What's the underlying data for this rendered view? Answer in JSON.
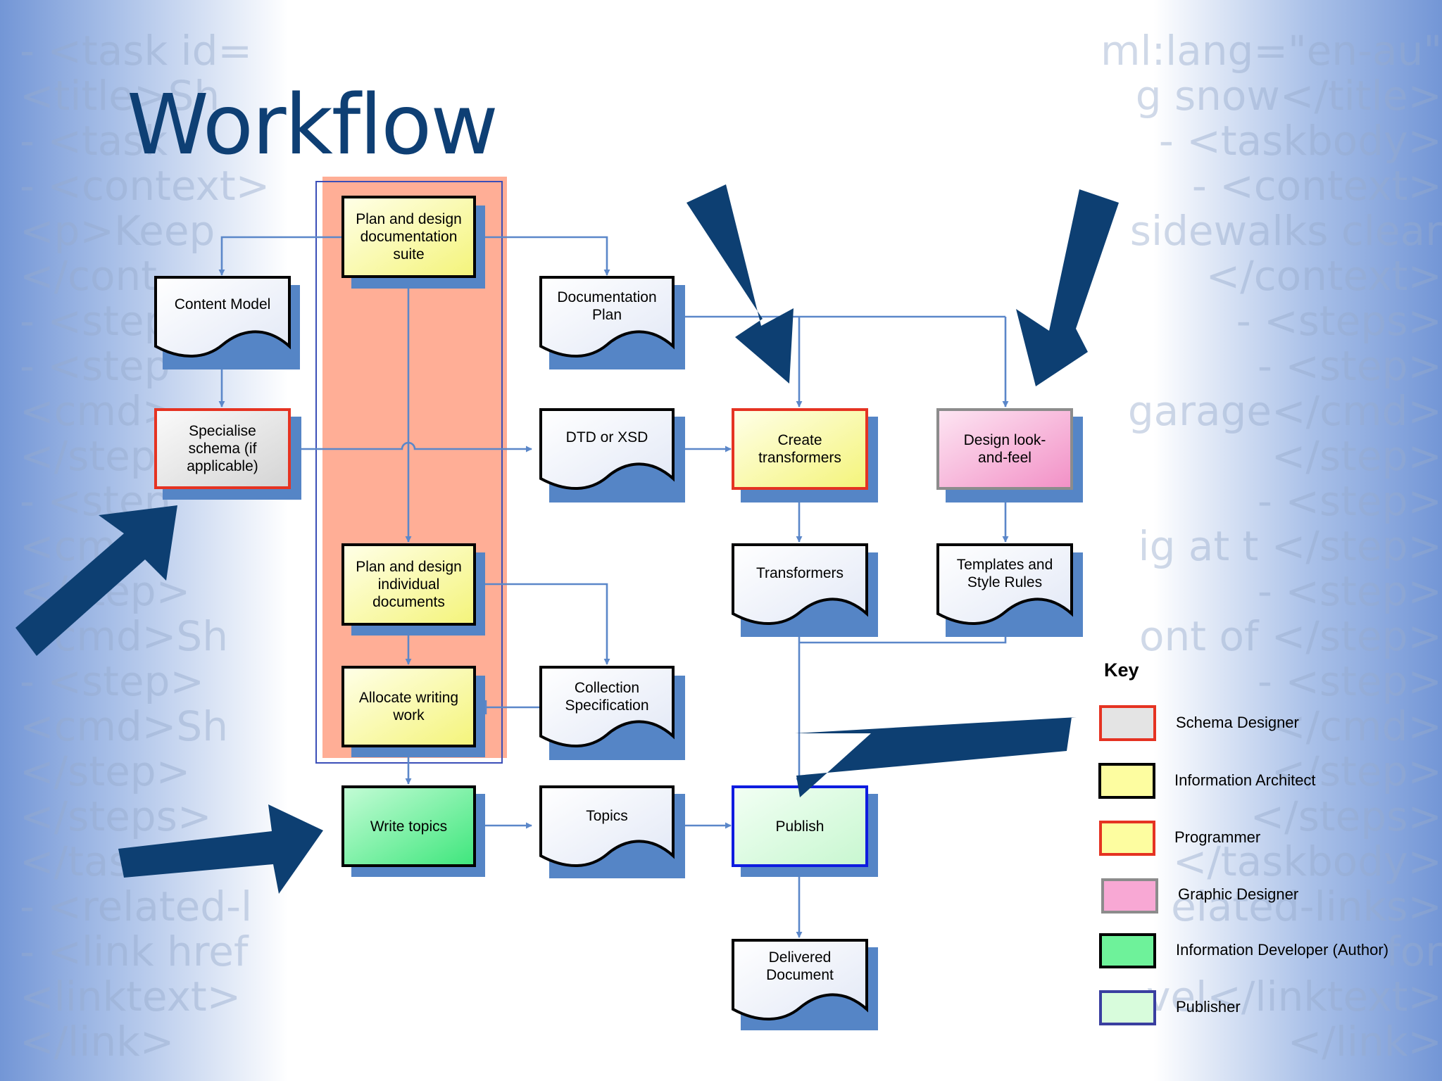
{
  "title": "Workflow",
  "background_code": {
    "left": [
      "- <task id=",
      "<title>Sh",
      "- <task",
      "- <context>",
      "<p>Keep",
      "</cont",
      "- <step",
      "- <step",
      "<cmd>",
      "</step",
      "- <step",
      "<cm",
      "</step>",
      "<cmd>Sh",
      "- <step>",
      "<cmd>Sh",
      "</step>",
      "</steps>",
      "</tas",
      "- <related-l",
      "- <link href",
      "<linktext>",
      "</link>"
    ],
    "right": [
      "ml:lang=\"en-au\"",
      "g snow</title>",
      "- <taskbody>",
      "- <context>",
      "sidewalks clear",
      "</context>",
      "- <steps>",
      "- <step>",
      "garage</cmd>",
      "</step>",
      "- <step>",
      "ig at t </step>",
      "- <step>",
      "ont of </step>",
      "- <step>",
      "</cmd>",
      "</step>",
      "</steps>",
      "</taskbody>",
      "elated-links>",
      "for",
      "vel</linktext>",
      "</link>"
    ]
  },
  "nodes": {
    "plan_suite": "Plan and design documentation suite",
    "content_model": "Content Model",
    "documentation_plan": "Documentation Plan",
    "specialise_schema": "Specialise schema (if applicable)",
    "dtd_xsd": "DTD or XSD",
    "create_transformers": "Create transformers",
    "design_look": "Design look-and-feel",
    "plan_individual": "Plan and design individual documents",
    "transformers": "Transformers",
    "templates": "Templates and Style Rules",
    "allocate": "Allocate writing work",
    "collection_spec": "Collection Specification",
    "write_topics": "Write topics",
    "topics": "Topics",
    "publish": "Publish",
    "delivered": "Delivered Document"
  },
  "key": {
    "title": "Key",
    "items": [
      {
        "label": "Schema Designer",
        "fill": "#e4e4e4",
        "border": "#e53322"
      },
      {
        "label": "Information Architect",
        "fill": "#fdfda0",
        "border": "#000000"
      },
      {
        "label": "Programmer",
        "fill": "#fdfda0",
        "border": "#e53322"
      },
      {
        "label": "Graphic Designer",
        "fill": "#f8a8d4",
        "border": "#8c8c8c"
      },
      {
        "label": "Information Developer (Author)",
        "fill": "#6ef29a",
        "border": "#000000"
      },
      {
        "label": "Publisher",
        "fill": "#d8fcdc",
        "border": "#3a3fa0"
      }
    ]
  },
  "colors": {
    "title": "#0e3f74",
    "arrow": "#0d3f72",
    "connector": "#5b87c9",
    "shadow": "#5585c6",
    "highlight": "#ffae96"
  }
}
